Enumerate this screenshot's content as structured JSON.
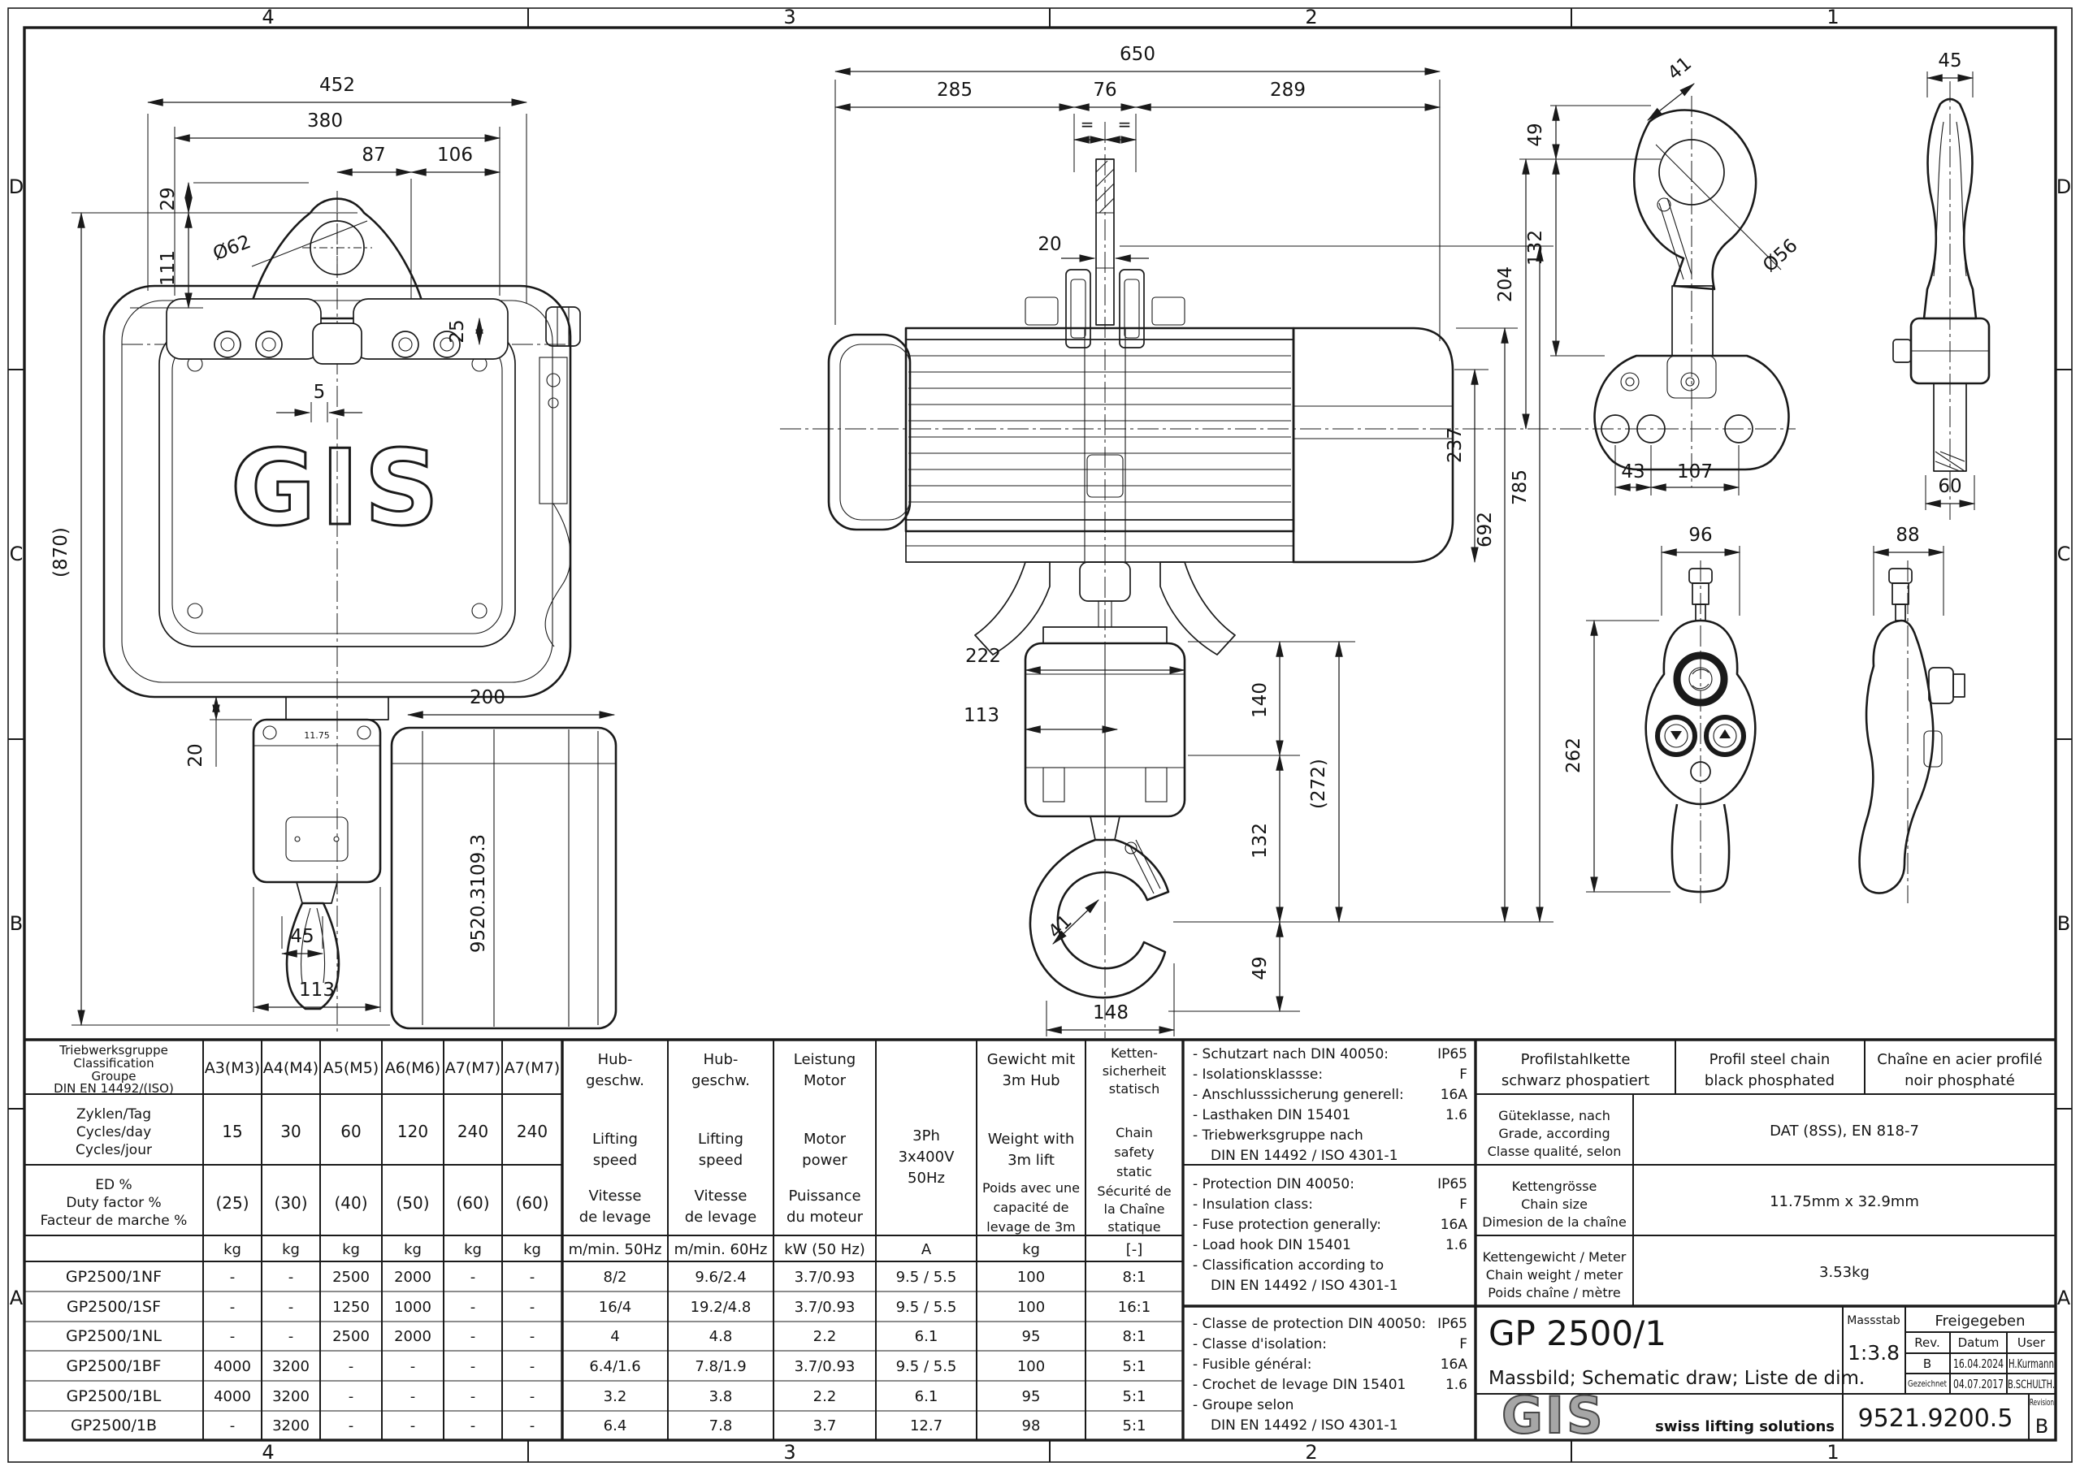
{
  "sheet": {
    "zones_h": [
      "4",
      "3",
      "2",
      "1"
    ],
    "zones_v": [
      "D",
      "C",
      "B",
      "A"
    ],
    "line_color": "#1a1a1a",
    "paper_color": "#ffffff"
  },
  "views": {
    "front": {
      "logo": "GIS",
      "block_stamp": "11.75",
      "part_number": "9520.3109.3",
      "dims": {
        "d452": "452",
        "d380": "380",
        "d87": "87",
        "d106": "106",
        "d29": "29",
        "d111": "111",
        "dia62": "Ø62",
        "d25": "25",
        "d5": "5",
        "d870": "(870)",
        "d20": "20",
        "d200": "200",
        "d45": "45",
        "d113": "113"
      }
    },
    "side": {
      "dims": {
        "d650": "650",
        "d285": "285",
        "d76": "76",
        "d289": "289",
        "eq": "=",
        "d20": "20",
        "d222": "222",
        "d113": "113",
        "d140": "140",
        "d272": "(272)",
        "d132": "132",
        "d49": "49",
        "d41": "41",
        "d148": "148",
        "d237": "237",
        "d692": "692",
        "d785": "785"
      }
    },
    "hook_front": {
      "dims": {
        "d41": "41",
        "d49": "49",
        "d132": "132",
        "d204": "204",
        "dia56": "Ø56",
        "d43": "43",
        "d107": "107"
      }
    },
    "hook_side": {
      "dims": {
        "d45": "45",
        "d60": "60"
      }
    },
    "pendant_front": {
      "dims": {
        "d96": "96",
        "d262": "262"
      }
    },
    "pendant_side": {
      "dims": {
        "d88": "88"
      }
    }
  },
  "table": {
    "class_header": [
      "Triebwerksgruppe",
      "Classification",
      "Groupe",
      "DIN EN 14492/(ISO)"
    ],
    "groups": [
      "A3(M3)",
      "A4(M4)",
      "A5(M5)",
      "A6(M6)",
      "A7(M7)",
      "A7(M7)"
    ],
    "cycles_label": [
      "Zyklen/Tag",
      "Cycles/day",
      "Cycles/jour"
    ],
    "cycles": [
      "15",
      "30",
      "60",
      "120",
      "240",
      "240"
    ],
    "duty_label": [
      "ED %",
      "Duty factor %",
      "Facteur de marche %"
    ],
    "duty": [
      "(25)",
      "(30)",
      "(40)",
      "(50)",
      "(60)",
      "(60)"
    ],
    "hub50": [
      "Hub-",
      "geschw.",
      "Lifting",
      "speed",
      "Vitesse",
      "de levage"
    ],
    "hub60": [
      "Hub-",
      "geschw.",
      "Lifting",
      "speed",
      "Vitesse",
      "de levage"
    ],
    "power": [
      "Leistung",
      "Motor",
      "Motor",
      "power",
      "Puissance",
      "du moteur"
    ],
    "phase": [
      "3Ph",
      "3x400V",
      "50Hz"
    ],
    "weight": [
      "Gewicht mit",
      "3m Hub",
      "Weight with",
      "3m lift",
      "Poids avec une",
      "capacité de",
      "levage de 3m"
    ],
    "chain_safety": [
      "Ketten-",
      "sicherheit",
      "statisch",
      "Chain",
      "safety",
      "static",
      "Sécurité de",
      "la Chaîne",
      "statique"
    ],
    "units": [
      "kg",
      "kg",
      "kg",
      "kg",
      "kg",
      "kg",
      "m/min. 50Hz",
      "m/min. 60Hz",
      "kW (50 Hz)",
      "A",
      "kg",
      "[-]"
    ],
    "rows": [
      {
        "model": "GP2500/1NF",
        "c": [
          "-",
          "-",
          "2500",
          "2000",
          "-",
          "-",
          "8/2",
          "9.6/2.4",
          "3.7/0.93",
          "9.5 / 5.5",
          "100",
          "8:1"
        ]
      },
      {
        "model": "GP2500/1SF",
        "c": [
          "-",
          "-",
          "1250",
          "1000",
          "-",
          "-",
          "16/4",
          "19.2/4.8",
          "3.7/0.93",
          "9.5 / 5.5",
          "100",
          "16:1"
        ]
      },
      {
        "model": "GP2500/1NL",
        "c": [
          "-",
          "-",
          "2500",
          "2000",
          "-",
          "-",
          "4",
          "4.8",
          "2.2",
          "6.1",
          "95",
          "8:1"
        ]
      },
      {
        "model": "GP2500/1BF",
        "c": [
          "4000",
          "3200",
          "-",
          "-",
          "-",
          "-",
          "6.4/1.6",
          "7.8/1.9",
          "3.7/0.93",
          "9.5 / 5.5",
          "100",
          "5:1"
        ]
      },
      {
        "model": "GP2500/1BL",
        "c": [
          "4000",
          "3200",
          "-",
          "-",
          "-",
          "-",
          "3.2",
          "3.8",
          "2.2",
          "6.1",
          "95",
          "5:1"
        ]
      },
      {
        "model": "GP2500/1B",
        "c": [
          "-",
          "3200",
          "-",
          "-",
          "-",
          "-",
          "6.4",
          "7.8",
          "3.7",
          "12.7",
          "98",
          "5:1"
        ]
      }
    ]
  },
  "notes": {
    "de": {
      "lines": [
        [
          "- Schutzart nach DIN 40050:",
          "IP65"
        ],
        [
          "- Isolationsklassse:",
          "F"
        ],
        [
          "- Anschlusssicherung generell:",
          "16A"
        ],
        [
          "- Lasthaken DIN 15401",
          "1.6"
        ],
        [
          "- Triebwerksgruppe nach",
          ""
        ],
        [
          "DIN EN 14492 / ISO 4301-1",
          ""
        ]
      ]
    },
    "en": {
      "lines": [
        [
          "- Protection DIN 40050:",
          "IP65"
        ],
        [
          "- Insulation class:",
          "F"
        ],
        [
          "- Fuse protection generally:",
          "16A"
        ],
        [
          "- Load hook DIN 15401",
          "1.6"
        ],
        [
          "- Classification according to",
          ""
        ],
        [
          "DIN EN 14492 / ISO 4301-1",
          ""
        ]
      ]
    },
    "fr": {
      "lines": [
        [
          "- Classe de protection DIN 40050:",
          "IP65"
        ],
        [
          "- Classe d'isolation:",
          "F"
        ],
        [
          "- Fusible général:",
          "16A"
        ],
        [
          "- Crochet de levage DIN 15401",
          "1.6"
        ],
        [
          "- Groupe selon",
          ""
        ],
        [
          "DIN EN 14492 / ISO 4301-1",
          ""
        ]
      ]
    }
  },
  "chain_spec": {
    "head": [
      [
        "Profilstahlkette",
        "schwarz phospatiert"
      ],
      [
        "Profil steel chain",
        "black phosphated"
      ],
      [
        "Chaîne en acier profilé",
        "noir phosphaté"
      ]
    ],
    "rows": [
      {
        "label": [
          "Güteklasse, nach",
          "Grade, according",
          "Classe qualité, selon"
        ],
        "value": "DAT (8SS), EN 818-7"
      },
      {
        "label": [
          "Kettengrösse",
          "Chain size",
          "Dimesion de la chaîne"
        ],
        "value": "11.75mm x 32.9mm"
      },
      {
        "label": [
          "Kettengewicht / Meter",
          "Chain weight / meter",
          "Poids chaîne / mètre"
        ],
        "value": "3.53kg"
      }
    ]
  },
  "title_block": {
    "product": "GP 2500/1",
    "subtitle": "Massbild; Schematic draw; Liste de dim.",
    "scale_label": "Massstab",
    "scale": "1:3.8",
    "approved_label": "Freigegeben",
    "cols": [
      "Rev.",
      "Datum",
      "User"
    ],
    "row_rev": [
      "B",
      "16.04.2024",
      "H.Kurmann"
    ],
    "row_drawn": [
      "Gezeichnet",
      "04.07.2017",
      "B.SCHULTH."
    ],
    "logo": "GIS",
    "tagline": "swiss lifting solutions",
    "doc_number": "9521.9200.5",
    "revision_label": "Revision",
    "revision": "B"
  }
}
